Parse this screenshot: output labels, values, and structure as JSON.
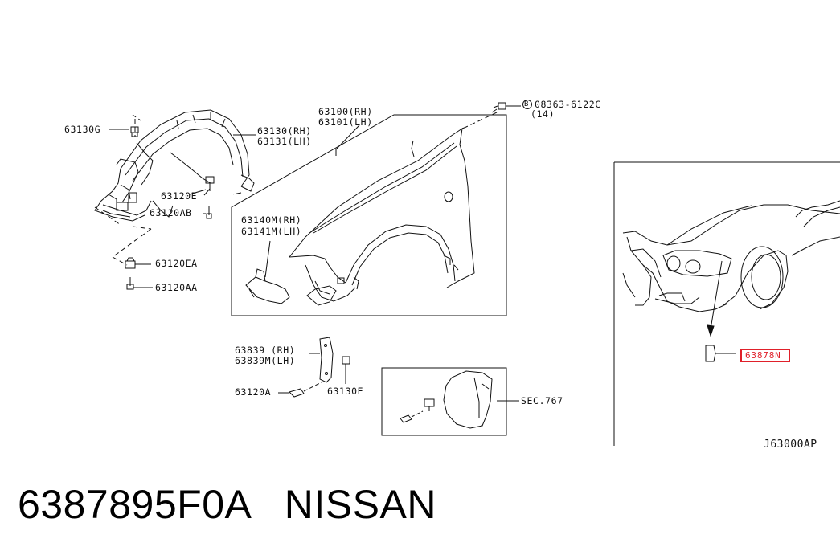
{
  "diagram": {
    "labels": {
      "p63130g": "63130G",
      "p63130": "63130(RH)",
      "p63131": "63131(LH)",
      "p63120e": "63120E",
      "p63120ab": "63120AB",
      "p63120ea": "63120EA",
      "p63120aa": "63120AA",
      "p63100": "63100(RH)",
      "p63101": "63101(LH)",
      "bolt": "08363-6122C",
      "bolt_qty": "(14)",
      "p63140m": "63140M(RH)",
      "p63141m": "63141M(LH)",
      "p63839": "63839 (RH)",
      "p63839m": "63839M(LH)",
      "p63120a": "63120A",
      "p63130e": "63130E",
      "sec": "SEC.767",
      "highlighted": "63878N",
      "diagram_id": "J63000AP"
    },
    "bolt_symbol": "B",
    "highlight_color": "#e0202a"
  },
  "caption": {
    "part_number": "6387895F0A",
    "brand": "NISSAN"
  }
}
